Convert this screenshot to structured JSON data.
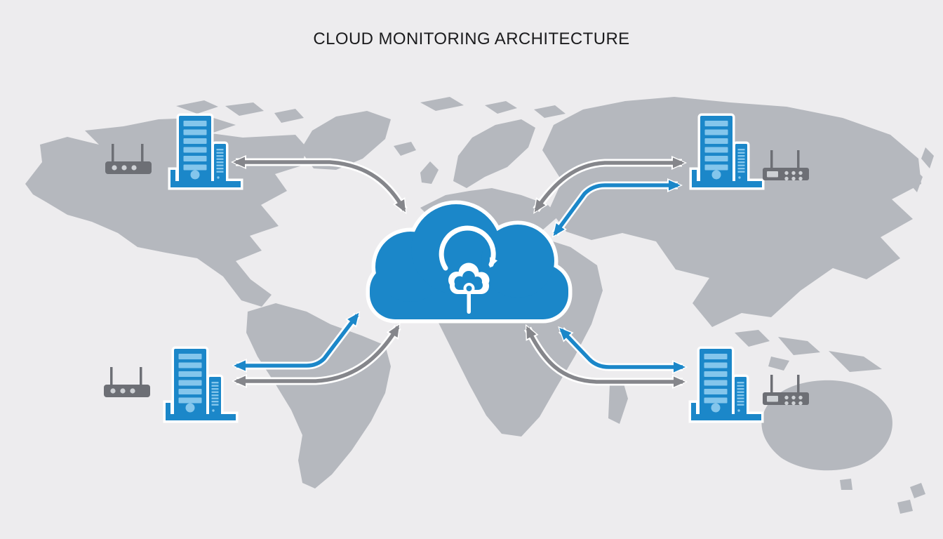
{
  "title": "CLOUD MONITORING ARCHITECTURE",
  "colors": {
    "background": "#edecee",
    "map": "#b5b8be",
    "blue": "#1b87c9",
    "light_blue": "#84c6ec",
    "arrow_gray": "#85868b",
    "router_gray": "#6d6f75",
    "router_light": "#ced1d5",
    "title_color": "#1c1c1e",
    "white": "#ffffff"
  },
  "cloud": {
    "icon": "cloud-sync-icon",
    "description_icons": [
      "cloud-icon",
      "sync-arrow-icon",
      "upload-cloud-icon"
    ]
  },
  "nodes": [
    {
      "id": "top-left",
      "icons": [
        "wifi-router-icon",
        "server-rack-icon"
      ]
    },
    {
      "id": "top-right",
      "icons": [
        "server-rack-icon",
        "modem-router-icon"
      ]
    },
    {
      "id": "bottom-left",
      "icons": [
        "wifi-router-icon",
        "server-rack-icon"
      ]
    },
    {
      "id": "bottom-right",
      "icons": [
        "server-rack-icon",
        "modem-router-icon"
      ]
    }
  ],
  "links": [
    {
      "between": [
        "cloud",
        "top-left-server"
      ],
      "color": "gray",
      "bidirectional": true
    },
    {
      "between": [
        "cloud",
        "top-right-server"
      ],
      "color": "gray",
      "bidirectional": true
    },
    {
      "between": [
        "cloud",
        "top-right-server"
      ],
      "color": "blue",
      "bidirectional": true
    },
    {
      "between": [
        "cloud",
        "bottom-left-server"
      ],
      "color": "blue",
      "bidirectional": true
    },
    {
      "between": [
        "cloud",
        "bottom-left-server"
      ],
      "color": "gray",
      "bidirectional": true
    },
    {
      "between": [
        "cloud",
        "bottom-right-server"
      ],
      "color": "blue",
      "bidirectional": true
    },
    {
      "between": [
        "cloud",
        "bottom-right-server"
      ],
      "color": "gray",
      "bidirectional": true
    }
  ]
}
